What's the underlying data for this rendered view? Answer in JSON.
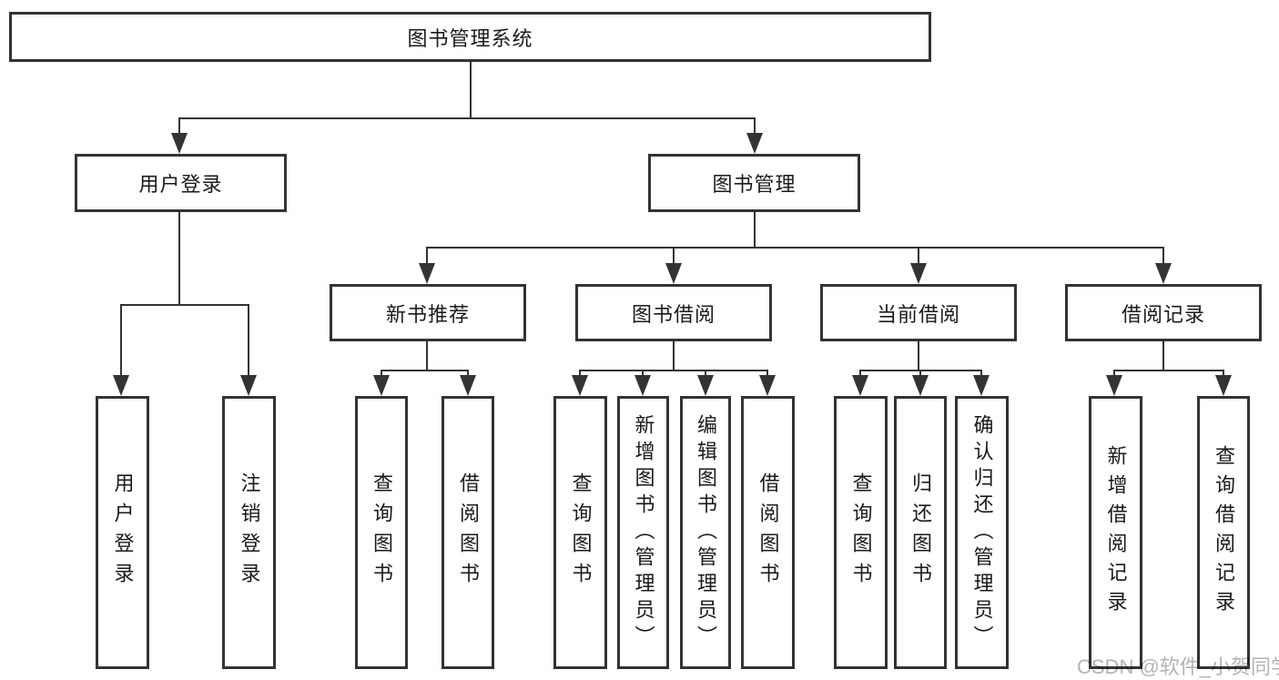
{
  "tree": {
    "root": {
      "label": "图书管理系统"
    },
    "branches": [
      {
        "label": "用户登录",
        "children": [
          {
            "label": "用户登录"
          },
          {
            "label": "注销登录"
          }
        ]
      },
      {
        "label": "图书管理",
        "children": [
          {
            "label": "新书推荐",
            "children": [
              {
                "label": "查询图书"
              },
              {
                "label": "借阅图书"
              }
            ]
          },
          {
            "label": "图书借阅",
            "children": [
              {
                "label": "查询图书"
              },
              {
                "label": "新增图书（管理员）"
              },
              {
                "label": "编辑图书（管理员）"
              },
              {
                "label": "借阅图书"
              }
            ]
          },
          {
            "label": "当前借阅",
            "children": [
              {
                "label": "查询图书"
              },
              {
                "label": "归还图书"
              },
              {
                "label": "确认归还（管理员）"
              }
            ]
          },
          {
            "label": "借阅记录",
            "children": [
              {
                "label": "新增借阅记录"
              },
              {
                "label": "查询借阅记录"
              }
            ]
          }
        ]
      }
    ]
  },
  "watermark": {
    "text": "CSDN @软件_小贺同学"
  },
  "colors": {
    "line": "#333333",
    "text": "#1a1a1a",
    "watermark": "#b3b3b3",
    "background": "#ffffff"
  }
}
